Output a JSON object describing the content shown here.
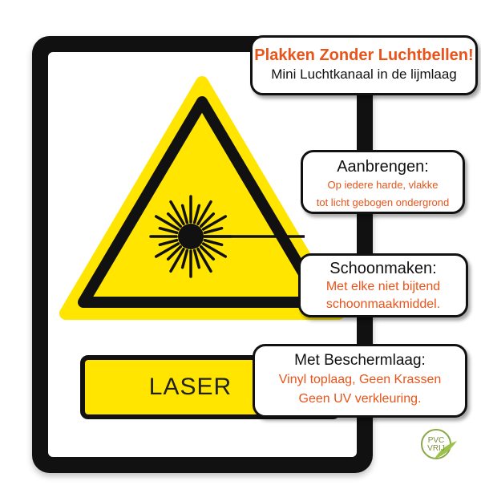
{
  "sign": {
    "label": "LASER",
    "icon": "laser-warning-icon",
    "colors": {
      "frame": "#111111",
      "warning_yellow": "#ffe500",
      "accent_orange": "#e8541a"
    }
  },
  "bubbles": {
    "b1": {
      "line1": "Plakken Zonder Luchtbellen!",
      "line2": "Mini  Luchtkanaal in de lijmlaag"
    },
    "b2": {
      "line1": "Aanbrengen:",
      "line2": "Op iedere harde, vlakke",
      "line3": "tot licht gebogen ondergrond"
    },
    "b3": {
      "line1": "Schoonmaken:",
      "line2": "Met elke niet bijtend",
      "line3": "schoonmaakmiddel."
    },
    "b4": {
      "line1": "Met Beschermlaag:",
      "line2": "Vinyl toplaag, Geen Krassen",
      "line3": "Geen UV verkleuring."
    }
  },
  "logo": {
    "line1": "PVC",
    "line2": "VRIJ"
  }
}
